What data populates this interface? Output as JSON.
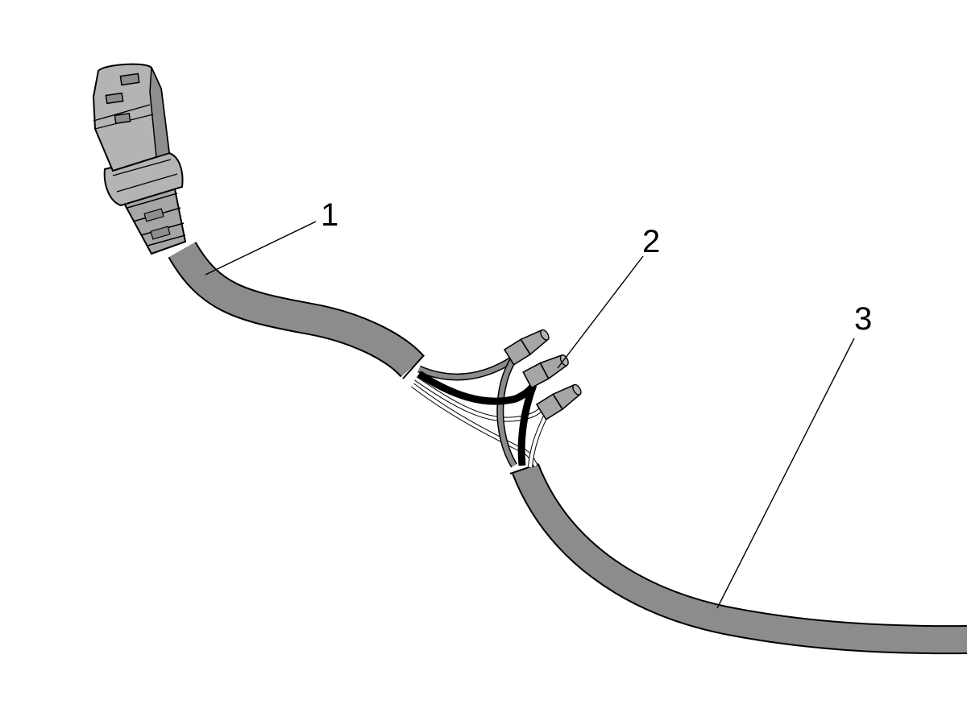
{
  "colors": {
    "background": "#ffffff",
    "cable_sheath": "#8c8c8c",
    "cable_outline": "#000000",
    "connector_body": "#b4b4b4",
    "connector_shadow": "#8e8e8e",
    "ferrule": "#a6a6a6",
    "wire_black": "#000000",
    "wire_grey": "#8c8c8c",
    "wire_white": "#ffffff"
  },
  "callouts": [
    {
      "id": "1",
      "label": "1",
      "target": "cable-section-left"
    },
    {
      "id": "2",
      "label": "2",
      "target": "wire-ferrules"
    },
    {
      "id": "3",
      "label": "3",
      "target": "cable-section-right"
    }
  ]
}
